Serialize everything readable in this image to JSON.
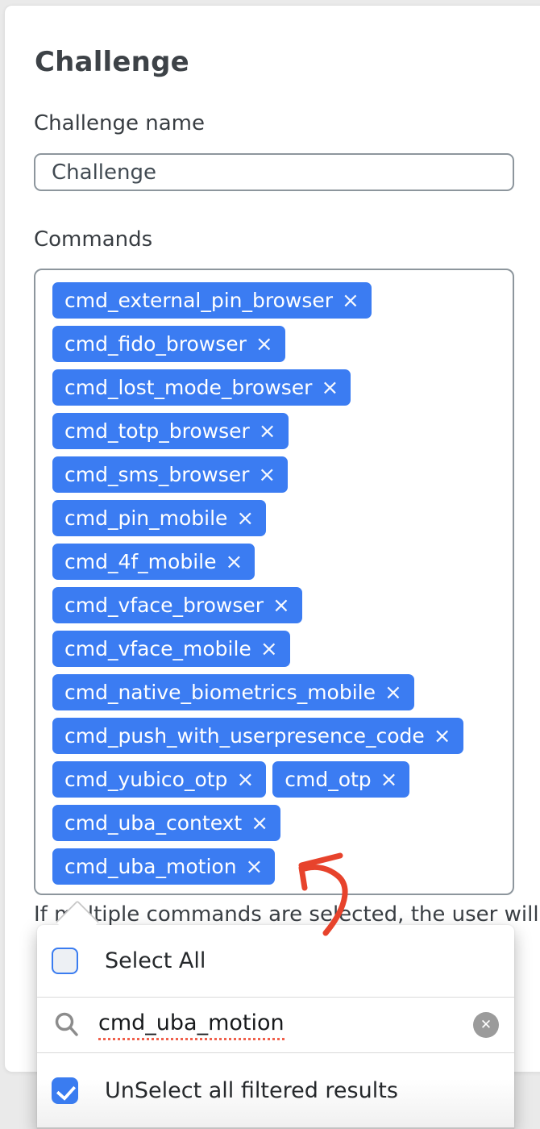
{
  "page": {
    "heading": "Challenge"
  },
  "form": {
    "name_label": "Challenge name",
    "name_value": "Challenge",
    "commands_label": "Commands",
    "help_text": "If multiple commands are selected, the user will",
    "tag_remove_glyph": "×",
    "tag_rows": [
      [
        "cmd_external_pin_browser"
      ],
      [
        "cmd_fido_browser"
      ],
      [
        "cmd_lost_mode_browser"
      ],
      [
        "cmd_totp_browser"
      ],
      [
        "cmd_sms_browser"
      ],
      [
        "cmd_pin_mobile"
      ],
      [
        "cmd_4f_mobile"
      ],
      [
        "cmd_vface_browser"
      ],
      [
        "cmd_vface_mobile"
      ],
      [
        "cmd_native_biometrics_mobile"
      ],
      [
        "cmd_push_with_userpresence_code"
      ],
      [
        "cmd_yubico_otp",
        "cmd_otp"
      ],
      [
        "cmd_uba_context"
      ],
      [
        "cmd_uba_motion"
      ]
    ]
  },
  "dropdown": {
    "select_all": {
      "label": "Select All",
      "checked": false
    },
    "search": {
      "value": "cmd_uba_motion",
      "clear_glyph": "✕",
      "icon": "search-icon"
    },
    "unselect_filtered": {
      "label": "UnSelect all filtered results",
      "checked": true
    }
  },
  "annotation": {
    "type": "hand-drawn-arrow",
    "points_to": "cmd_uba_motion tag"
  },
  "colors": {
    "tag_blue": "#3b7cf2",
    "checkbox_blue": "#3a7cf0",
    "field_border_gray": "#8d969d",
    "page_background": "#eaeaea",
    "arrow_red": "#e7432c",
    "spellcheck_red": "#f0604c",
    "text_dark": "#3a3f44"
  }
}
